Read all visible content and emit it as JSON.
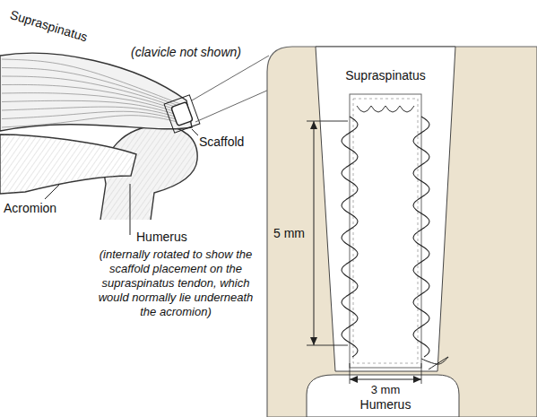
{
  "diagram": {
    "labels": [
      "Supraspinatus",
      "(clavicle not shown)",
      "Acromion",
      "Scaffold",
      "Humerus",
      "(internally rotated to show the scaffold placement on the supraspinatus tendon, which would normally lie underneath the acromion)",
      "Supraspinatus",
      "5 mm",
      "3 mm",
      "Humerus"
    ]
  }
}
